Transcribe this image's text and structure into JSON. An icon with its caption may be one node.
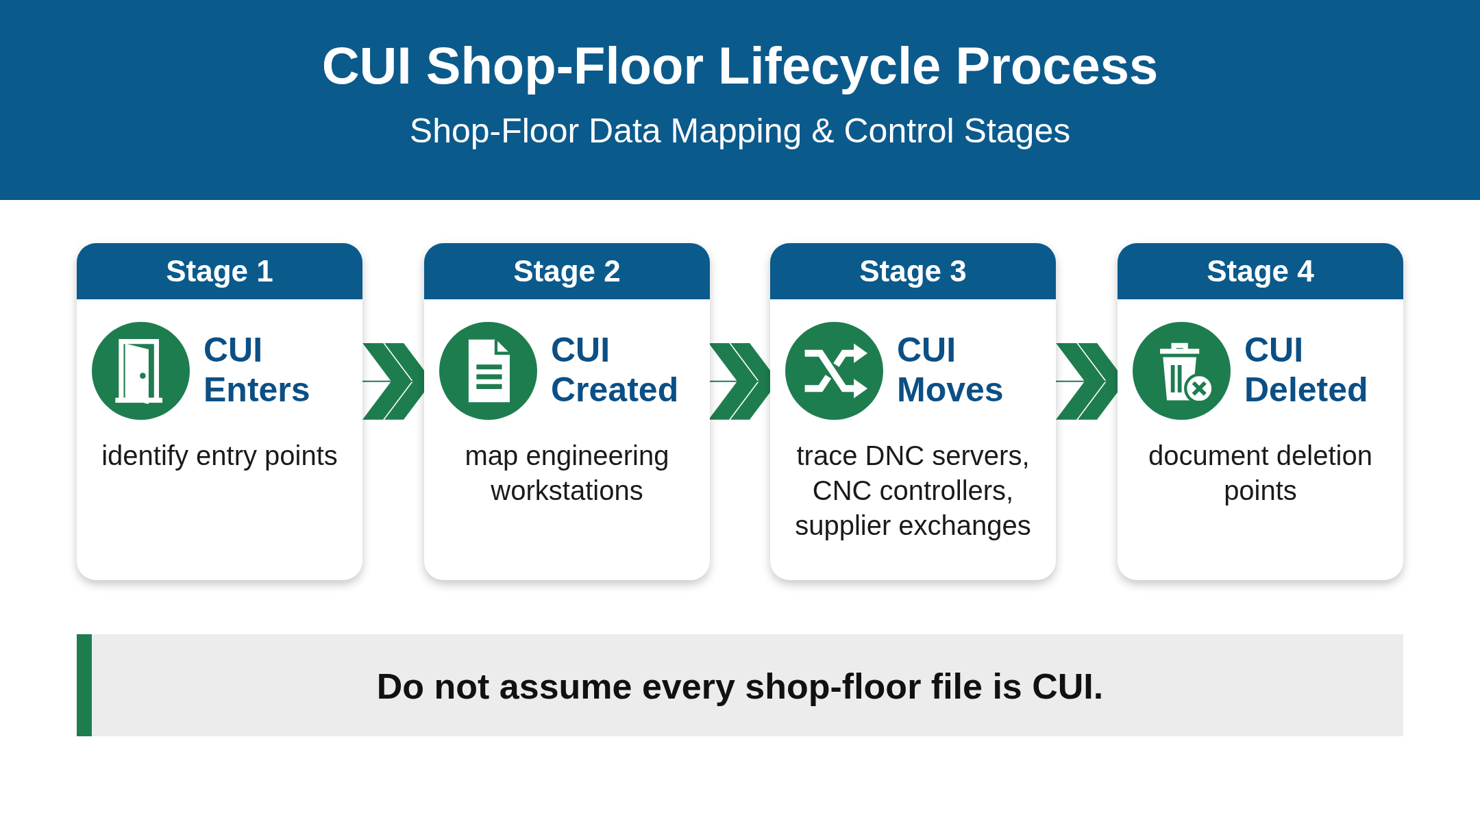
{
  "diagram": {
    "title": "CUI Shop-Floor Lifecycle Process",
    "nodes": [
      {
        "text": [
          "Stage 1",
          "CUI Enters",
          "identify entry points"
        ]
      },
      {
        "text": [
          "Stage 2",
          "CUI Created",
          "map engineering workstations"
        ]
      },
      {
        "text": [
          "Stage 3",
          "CUI Moves",
          "trace DNC servers, CNC controllers, supplier exchanges"
        ]
      },
      {
        "text": [
          "Stage 4",
          "CUI Deleted",
          "document deletion points"
        ]
      }
    ],
    "edges": [
      {
        "from": 0,
        "to": 1,
        "arrow": "to"
      },
      {
        "from": 1,
        "to": 2,
        "arrow": "to"
      },
      {
        "from": 2,
        "to": 3,
        "arrow": "to"
      }
    ],
    "labels": [
      "Shop-Floor Data Mapping & Control Stages",
      "Do not assume every shop-floor file is CUI."
    ]
  }
}
